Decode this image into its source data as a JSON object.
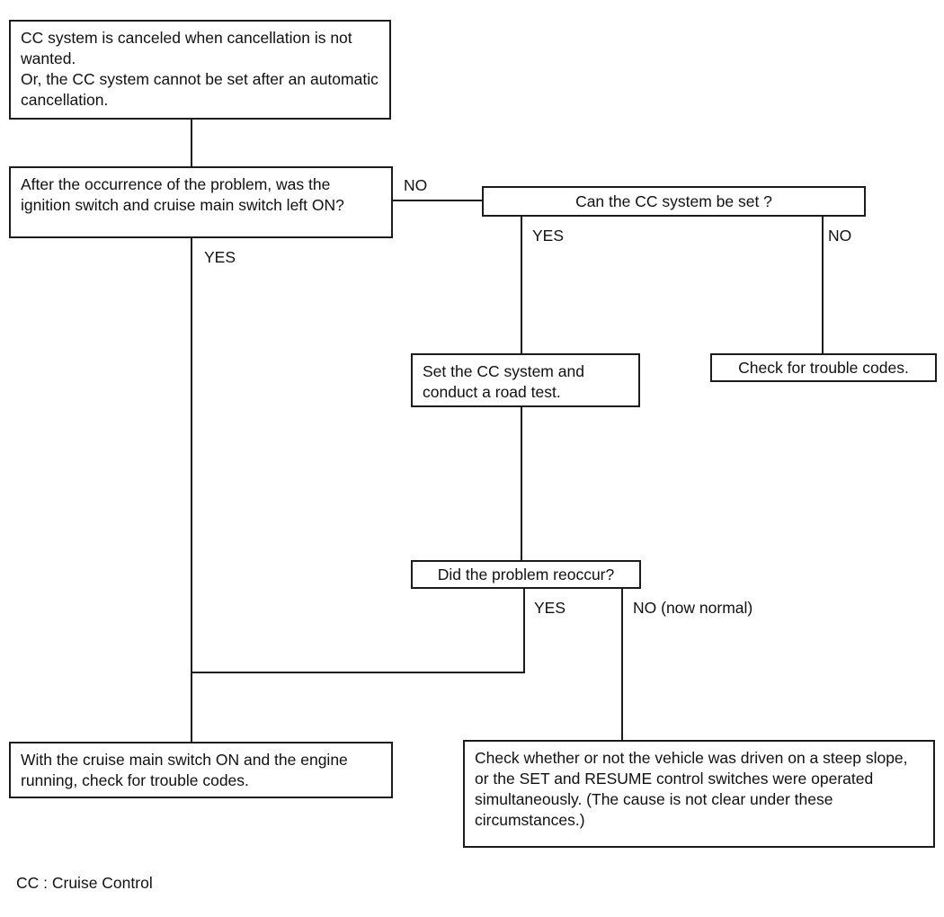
{
  "diagram": {
    "title_implicit": "CC system troubleshooting flowchart",
    "nodes": {
      "symptom": "CC system is canceled when cancellation is not wanted.\nOr, the CC system cannot be set after an automatic cancellation.",
      "q_ignition_left_on": "After the occurrence of the problem, was the ignition switch and cruise main switch left ON?",
      "q_can_cc_be_set": "Can the CC system be set ?",
      "a_set_road_test": "Set the CC system and conduct a road test.",
      "a_check_trouble_codes": "Check for trouble codes.",
      "q_problem_reoccur": "Did the problem reoccur?",
      "a_main_switch_on_check_codes": "With the cruise main switch ON and the engine running, check for trouble codes.",
      "a_check_steep_slope": "Check whether or not the vehicle was driven on a steep slope, or the SET and RESUME control switches were operated simultaneously. (The cause is not clear under these circumstances.)"
    },
    "edge_labels": {
      "no1": "NO",
      "yes1": "YES",
      "yes2": "YES",
      "no2": "NO",
      "yes3": "YES",
      "no3": "NO (now normal)"
    },
    "legend": "CC : Cruise Control",
    "colors": {
      "line": "#1c1c1c",
      "text": "#111111",
      "background": "#ffffff"
    }
  }
}
